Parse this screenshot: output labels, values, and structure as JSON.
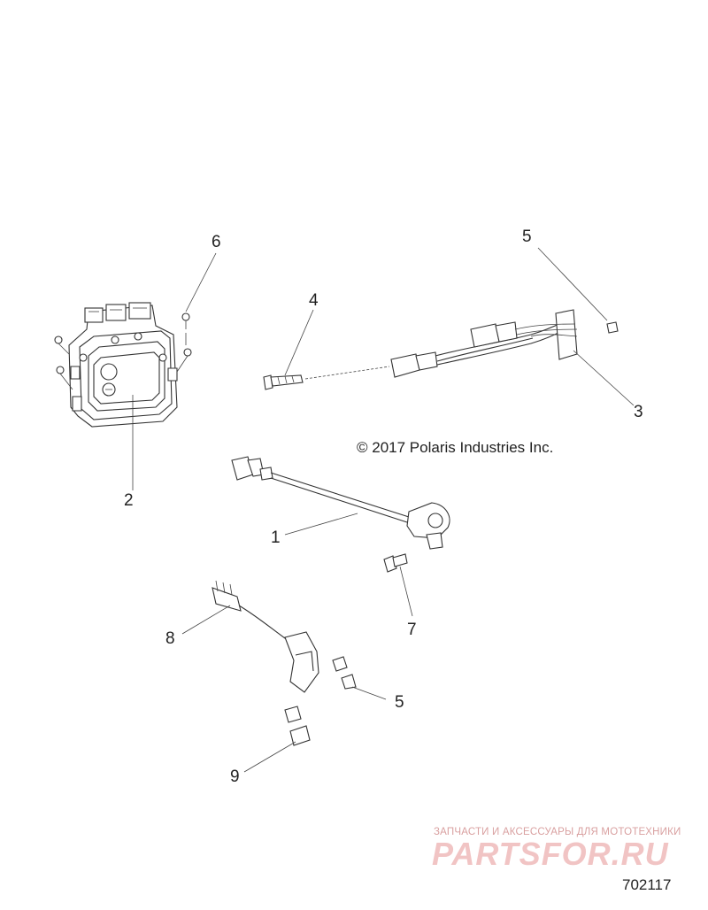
{
  "callouts": {
    "c1": "1",
    "c2": "2",
    "c3": "3",
    "c4": "4",
    "c5a": "5",
    "c5b": "5",
    "c6": "6",
    "c7": "7",
    "c8": "8",
    "c9": "9"
  },
  "copyright": "© 2017 Polaris Industries Inc.",
  "watermark": {
    "tagline": "ЗАПЧАСТИ И АКСЕССУАРЫ ДЛЯ МОТОТЕХНИКИ",
    "brand": "PARTSFOR.RU"
  },
  "diagram_number": "702117",
  "colors": {
    "line": "#333333",
    "watermark": "#f1c4c4"
  }
}
